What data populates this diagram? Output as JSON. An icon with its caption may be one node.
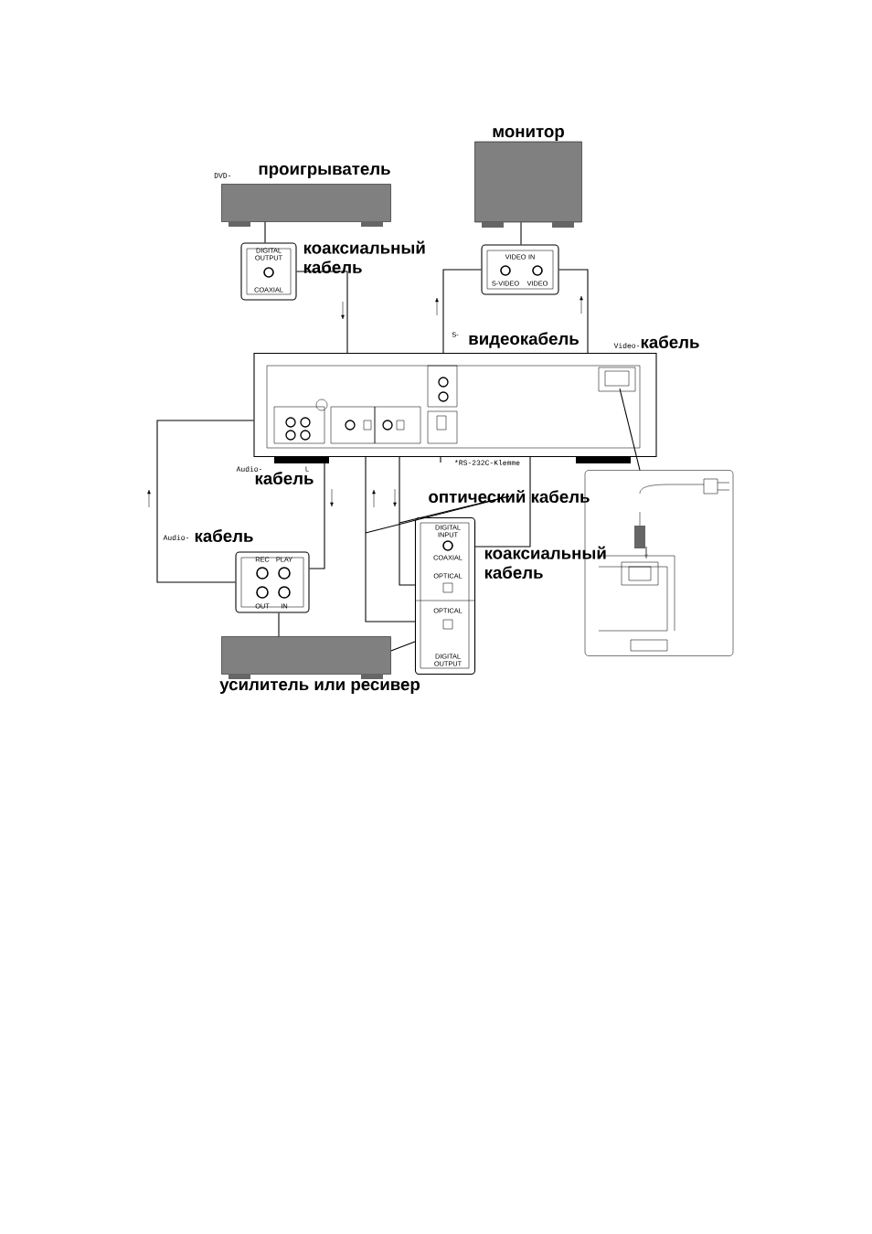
{
  "diagram": {
    "nodes": [
      {
        "text": [
          "DVD-",
          "проигрыватель"
        ]
      },
      {
        "text": [
          "DIGITAL OUTPUT",
          "COAXIAL"
        ]
      },
      {
        "text": [
          "монитор"
        ]
      },
      {
        "text": [
          "VIDEO IN",
          "S-VIDEO",
          "VIDEO"
        ]
      },
      {
        "text": [],
        "shape": "box"
      },
      {
        "text": [
          "REC",
          "PLAY",
          "OUT",
          "IN"
        ]
      },
      {
        "text": [
          "усилитель или ресивер"
        ]
      },
      {
        "text": [
          "DIGITAL INPUT",
          "COAXIAL",
          "OPTICAL",
          "OPTICAL",
          "DIGITAL OUTPUT"
        ]
      },
      {
        "text": [],
        "shape": "box"
      },
      {
        "text": [
          "*RS-232C-Klemme"
        ]
      },
      {
        "text": [
          "оптический кабель"
        ]
      }
    ],
    "edges": [
      {
        "from": 1,
        "to": 4,
        "arrow": "none"
      },
      {
        "from": 4,
        "to": 3,
        "arrow": "none"
      },
      {
        "from": 4,
        "to": 3,
        "arrow": "none"
      },
      {
        "from": 4,
        "to": 5,
        "arrow": "none"
      },
      {
        "from": 4,
        "to": 5,
        "arrow": "none"
      },
      {
        "from": 4,
        "to": 7,
        "arrow": "none"
      },
      {
        "from": 4,
        "to": 7,
        "arrow": "none"
      },
      {
        "from": 4,
        "to": 7,
        "arrow": "none"
      },
      {
        "from": 4,
        "to": 8,
        "arrow": "none"
      },
      {
        "from": 2,
        "to": 3,
        "arrow": "none"
      },
      {
        "from": 6,
        "to": 5,
        "arrow": "none"
      },
      {
        "from": 6,
        "to": 7,
        "arrow": "none"
      },
      {
        "from": 9,
        "to": 4,
        "arrow": "none"
      },
      {
        "from": 10,
        "to": null,
        "arrow": "none"
      },
      {
        "from": 10,
        "to": null,
        "arrow": "none"
      },
      {
        "from": 0,
        "to": 1,
        "arrow": "none"
      }
    ],
    "labels": [
      "коаксиальный кабель",
      "S-",
      "видеокабель",
      "Video-",
      "кабель",
      "L",
      "Audio-",
      "кабель",
      "Audio-",
      "кабель",
      "коаксиальный кабель"
    ]
  }
}
